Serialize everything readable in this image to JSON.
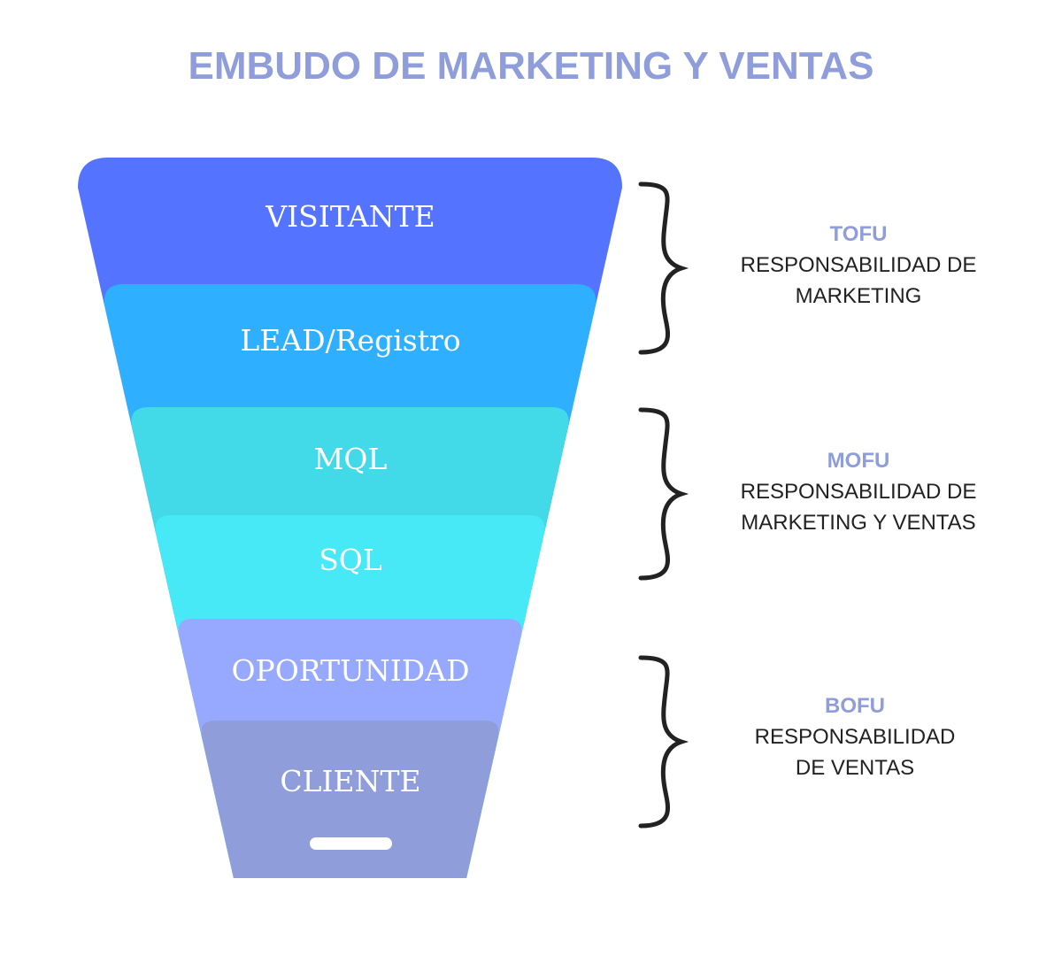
{
  "title": "EMBUDO DE MARKETING Y VENTAS",
  "colors": {
    "title": "#8f9edb",
    "brace": "#222222"
  },
  "funnel": [
    {
      "label": "VISITANTE",
      "color": "#5473ff"
    },
    {
      "label": "LEAD/Registro",
      "color": "#2eafff"
    },
    {
      "label": "MQL",
      "color": "#42d9e8"
    },
    {
      "label": "SQL",
      "color": "#48e9f7"
    },
    {
      "label": "OPORTUNIDAD",
      "color": "#97a8ff"
    },
    {
      "label": "CLIENTE",
      "color": "#8f9edb"
    }
  ],
  "stages": [
    {
      "tag": "TOFU",
      "line1": "RESPONSABILIDAD DE",
      "line2": "MARKETING"
    },
    {
      "tag": "MOFU",
      "line1": "RESPONSABILIDAD DE",
      "line2": "MARKETING Y VENTAS"
    },
    {
      "tag": "BOFU",
      "line1": "RESPONSABILIDAD",
      "line2": "DE VENTAS"
    }
  ]
}
